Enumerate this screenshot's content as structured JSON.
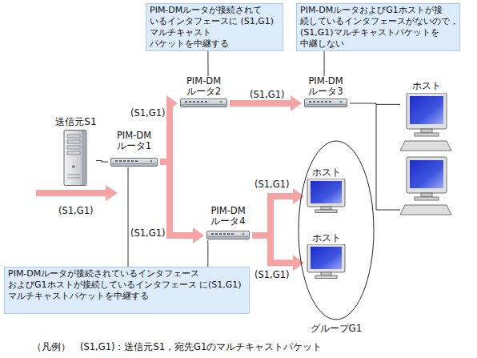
{
  "diagram": {
    "nodes": [
      {
        "text": [
          "PIM-DMルータが接続されて いるインタフェースに (S1,G1)マルチキャスト パケットを中継する"
        ]
      },
      {
        "text": [
          "PIM-DMルータおよびG1ホストが接 続しているインタフェースがないので， (S1,G1)マルチキャストパケットを 中継しない"
        ]
      },
      {
        "text": [
          "送信元S1"
        ]
      },
      {
        "text": [
          "PIM-DM ルータ1"
        ]
      },
      {
        "text": [
          "PIM-DM ルータ2"
        ]
      },
      {
        "text": [
          "PIM-DM ルータ3"
        ]
      },
      {
        "text": [
          "ホスト"
        ]
      },
      {
        "text": [
          "グループG1"
        ]
      },
      {
        "text": [
          "ホスト"
        ],
        "in": 7
      },
      {
        "text": [
          "ホスト"
        ],
        "in": 7
      },
      {
        "text": [
          "PIM-DM ルータ4"
        ]
      },
      {
        "text": [
          "PIM-DMルータが接続されているインタフェース およびG1ホストが接続しているインタフェース に(S1,G1)マルチキャストパケットを中継する"
        ]
      }
    ],
    "edges": [
      {
        "from": 0,
        "to": 4,
        "arrow": "none"
      },
      {
        "from": 1,
        "to": 5,
        "arrow": "none"
      },
      {
        "from": 2,
        "to": 3,
        "arrow": "none"
      },
      {
        "from": 3,
        "to": 4,
        "label": "(S1,G1)",
        "arrow": "to"
      },
      {
        "from": 3,
        "to": 10,
        "label": "(S1,G1)",
        "arrow": "to"
      },
      {
        "from": 4,
        "to": 5,
        "label": "(S1,G1)",
        "arrow": "to"
      },
      {
        "from": 5,
        "to": 6,
        "arrow": "none"
      },
      {
        "from": 10,
        "to": 8,
        "label": "(S1,G1)",
        "arrow": "to"
      },
      {
        "from": 10,
        "to": 9,
        "label": "(S1,G1)",
        "arrow": "to"
      },
      {
        "from": 11,
        "to": 10,
        "arrow": "none"
      }
    ],
    "labels": [
      "(S1,G1)",
      "（凡例）",
      "(S1,G1)：送信元S1，宛先G1のマルチキャストパケット"
    ]
  }
}
